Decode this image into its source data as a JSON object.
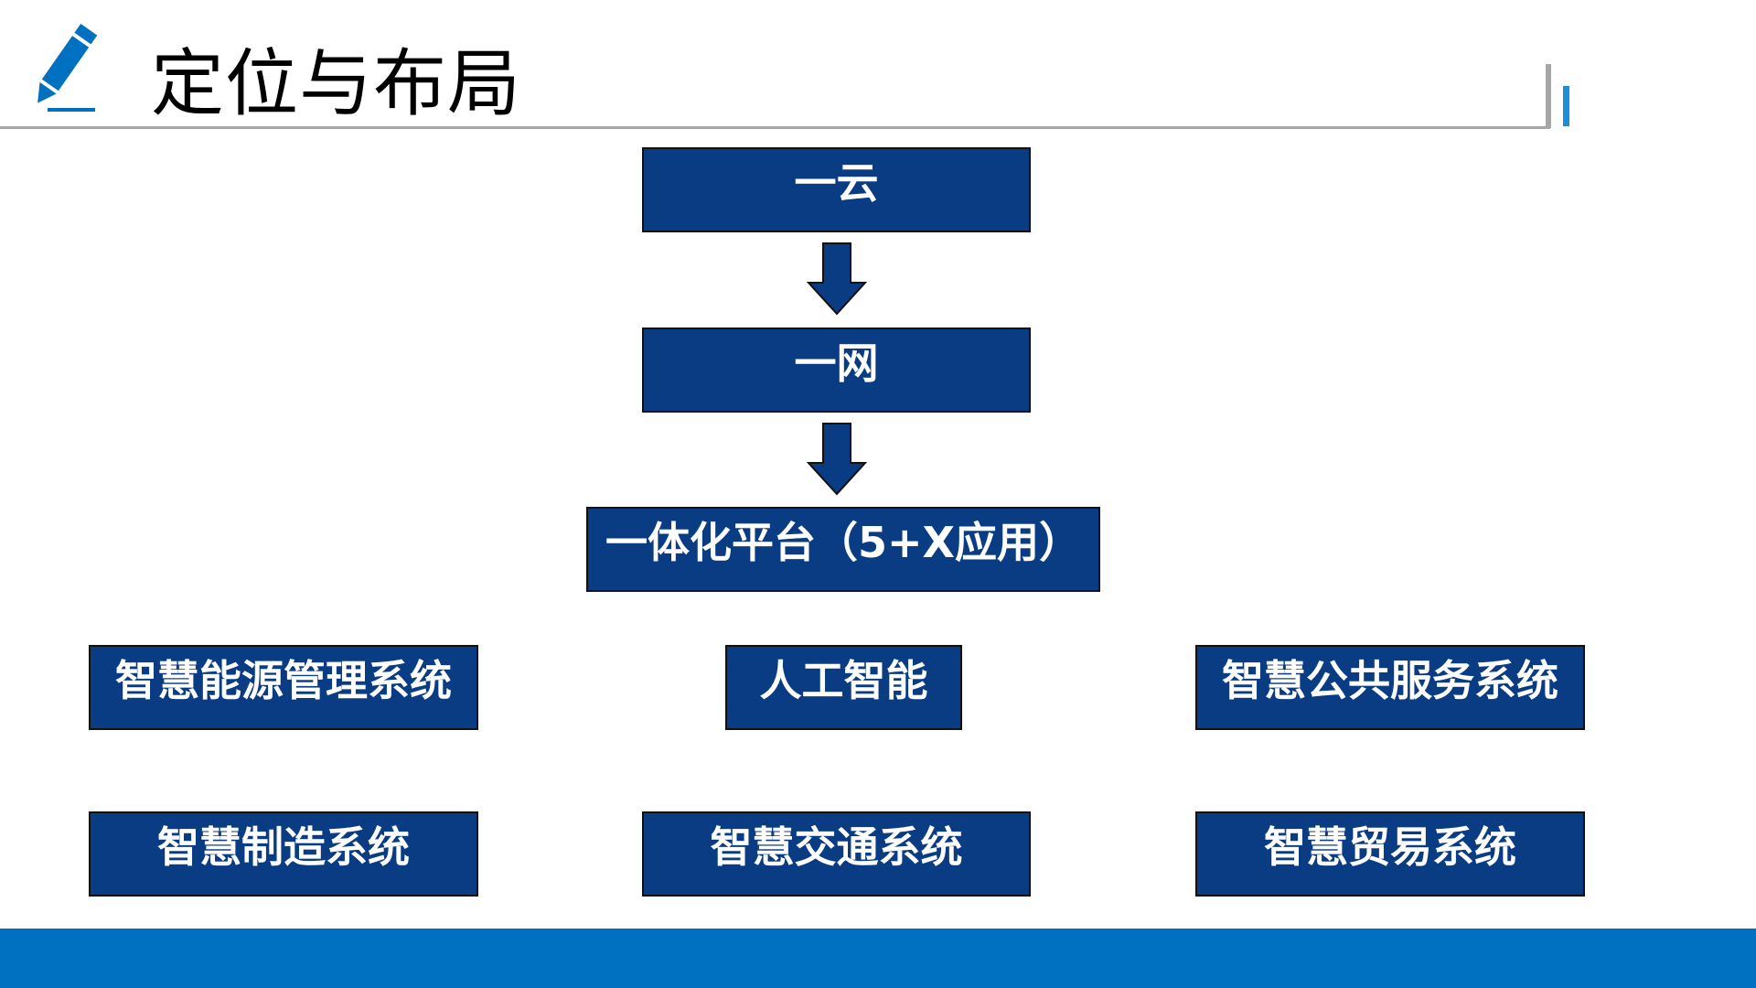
{
  "header": {
    "title": "定位与布局",
    "icon": "pencil-icon"
  },
  "diagram": {
    "top_box": "一云",
    "middle_box": "一网",
    "platform_box": "一体化平台（5+X应用）",
    "row1": {
      "left": "智慧能源管理系统",
      "center": "人工智能",
      "right": "智慧公共服务系统"
    },
    "row2": {
      "left": "智慧制造系统",
      "center": "智慧交通系统",
      "right": "智慧贸易系统"
    }
  },
  "colors": {
    "box_fill": "#0a3c83",
    "box_text": "#ffffff",
    "accent_blue": "#0070c0",
    "rule_gray": "#a6a6a6"
  }
}
